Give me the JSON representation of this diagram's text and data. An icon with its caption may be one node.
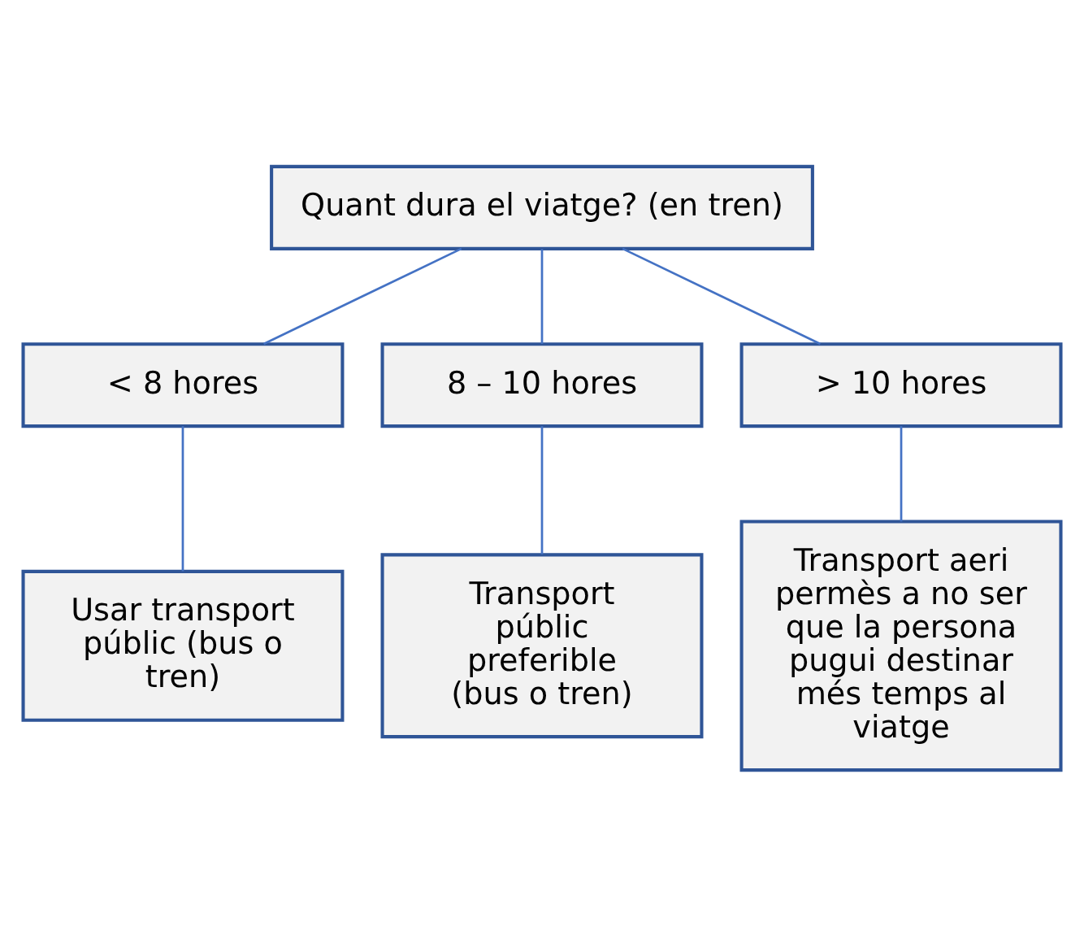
{
  "diagram": {
    "nodes": [
      {
        "text": [
          "Quant dura el viatge? (en tren)"
        ]
      },
      {
        "text": [
          "< 8 hores"
        ]
      },
      {
        "text": [
          "8 – 10 hores"
        ]
      },
      {
        "text": [
          "> 10 hores"
        ]
      },
      {
        "text": [
          "Usar transport públic (bus o tren)"
        ]
      },
      {
        "text": [
          "Transport públic preferible (bus o tren)"
        ]
      },
      {
        "text": [
          "Transport aeri permès a no ser que la persona pugui destinar més temps al viatge"
        ]
      }
    ],
    "edges": [
      {
        "from": 0,
        "to": 1,
        "arrow": "none"
      },
      {
        "from": 0,
        "to": 2,
        "arrow": "none"
      },
      {
        "from": 0,
        "to": 3,
        "arrow": "none"
      },
      {
        "from": 1,
        "to": 4,
        "arrow": "none"
      },
      {
        "from": 2,
        "to": 5,
        "arrow": "none"
      },
      {
        "from": 3,
        "to": 6,
        "arrow": "none"
      }
    ]
  }
}
